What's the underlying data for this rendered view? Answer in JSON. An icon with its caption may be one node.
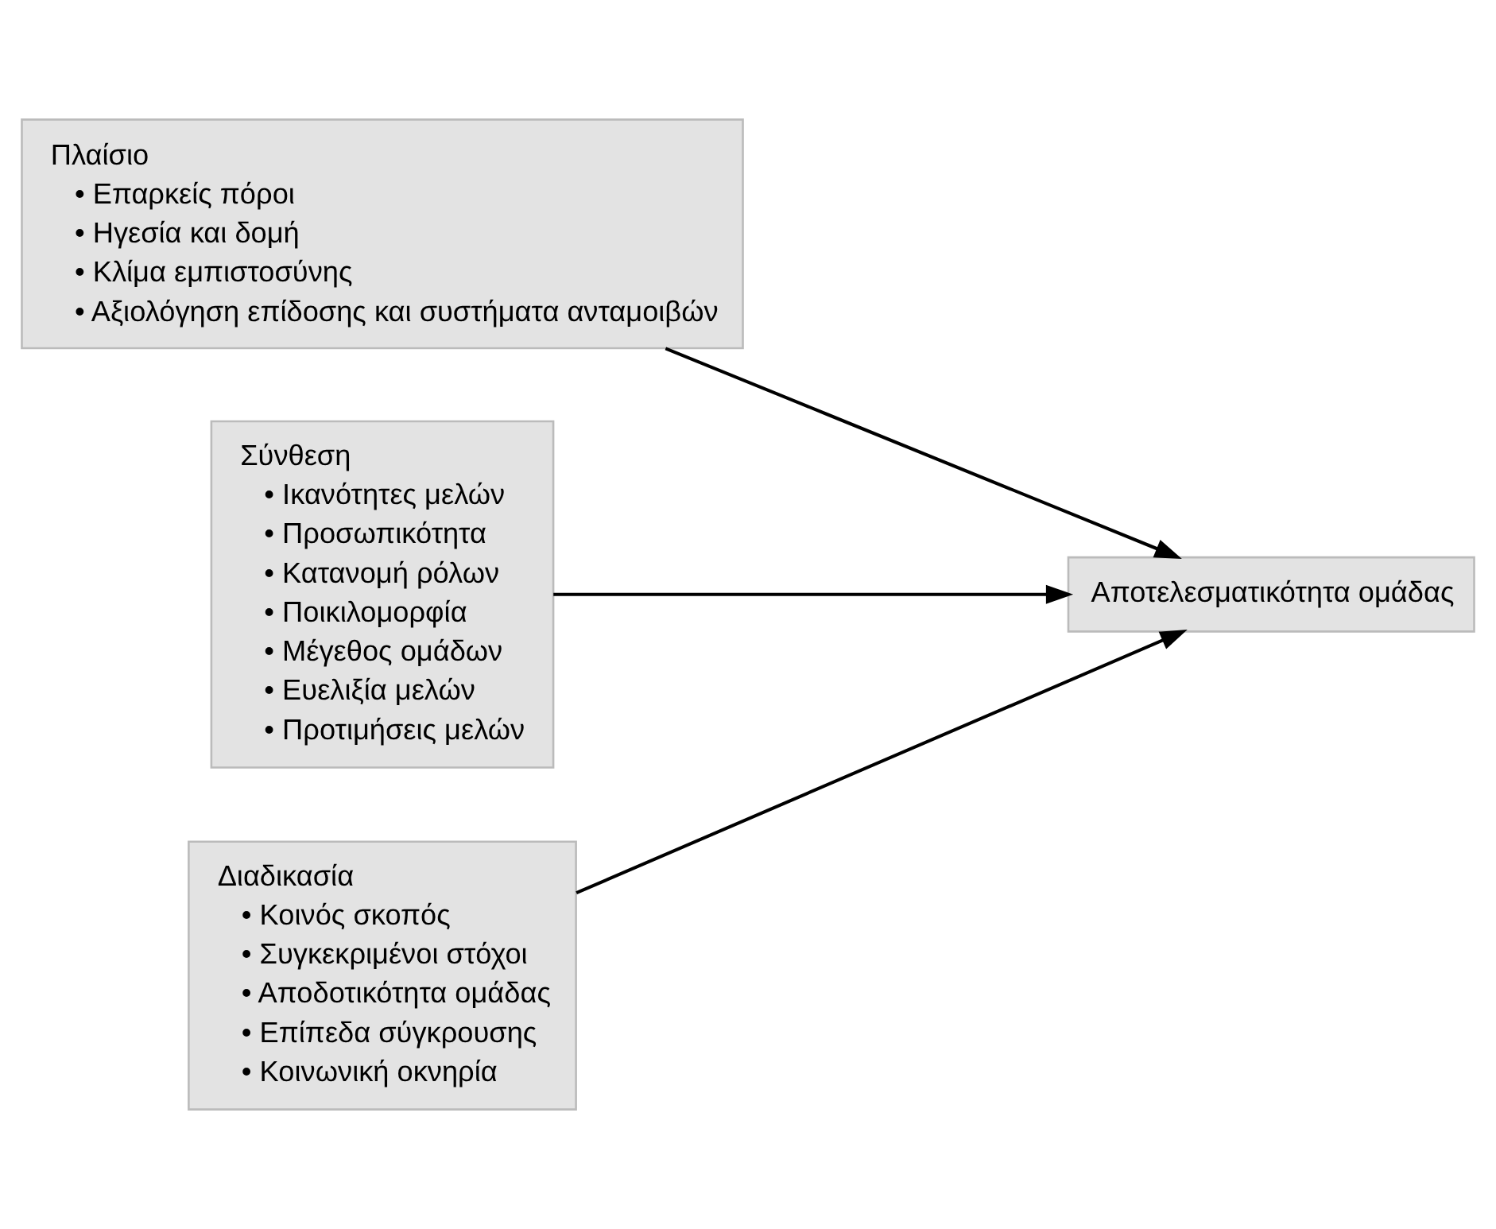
{
  "diagram": {
    "nodes": [
      {
        "text": [
          "Πλαίσιο",
          "• Επαρκείς πόροι",
          "• Ηγεσία και δομή",
          "• Κλίμα εμπιστοσύνης",
          "• Αξιολόγηση επίδοσης και συστήματα ανταμοιβών"
        ]
      },
      {
        "text": [
          "Σύνθεση",
          "• Ικανότητες μελών",
          "• Προσωπικότητα",
          "• Κατανομή ρόλων",
          "• Ποικιλομορφία",
          "• Μέγεθος ομάδων",
          "• Ευελιξία μελών",
          "• Προτιμήσεις μελών"
        ]
      },
      {
        "text": [
          "Διαδικασία",
          "• Κοινός σκοπός",
          "• Συγκεκριμένοι στόχοι",
          "• Αποδοτικότητα ομάδας",
          "• Επίπεδα σύγκρουσης",
          "• Κοινωνική οκνηρία"
        ]
      },
      {
        "text": [
          "Αποτελεσματικότητα ομάδας"
        ]
      }
    ],
    "edges": [
      {
        "from": 0,
        "to": 3,
        "arrow": "to"
      },
      {
        "from": 1,
        "to": 3,
        "arrow": "to"
      },
      {
        "from": 2,
        "to": 3,
        "arrow": "to"
      }
    ]
  }
}
